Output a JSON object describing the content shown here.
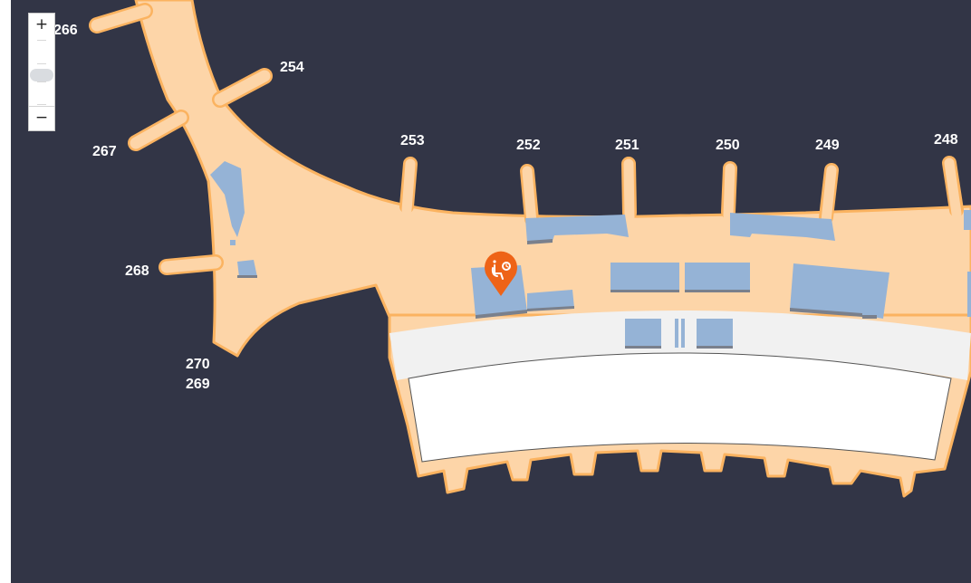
{
  "map": {
    "colors": {
      "background": "#323546",
      "concourse": "#fdd5a8",
      "concourse_outline": "#fbb360",
      "retail": "#95b3d6",
      "walkway": "#f1f1f1",
      "floor": "#ffffff",
      "marker": "#ee6317"
    },
    "gates": [
      {
        "id": "g266",
        "label": "266"
      },
      {
        "id": "g254",
        "label": "254"
      },
      {
        "id": "g267",
        "label": "267"
      },
      {
        "id": "g253",
        "label": "253"
      },
      {
        "id": "g252",
        "label": "252"
      },
      {
        "id": "g251",
        "label": "251"
      },
      {
        "id": "g250",
        "label": "250"
      },
      {
        "id": "g249",
        "label": "249"
      },
      {
        "id": "g248",
        "label": "248"
      },
      {
        "id": "g268",
        "label": "268"
      },
      {
        "id": "g270",
        "label": "270"
      },
      {
        "id": "g269",
        "label": "269"
      }
    ],
    "marker": {
      "icon": "seating-area-icon"
    }
  },
  "zoom_control": {
    "zoom_in_label": "+",
    "zoom_out_label": "−",
    "level": 0.45
  }
}
